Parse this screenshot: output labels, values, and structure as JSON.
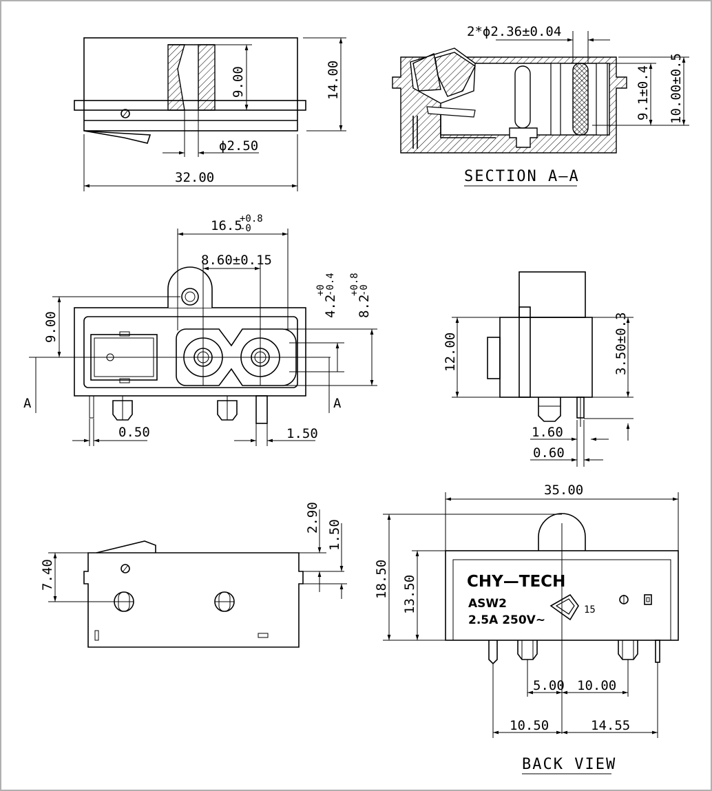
{
  "views": {
    "section_title": "SECTION A—A",
    "back_view_title": "BACK VIEW"
  },
  "section_markers": {
    "left": "A",
    "right": "A"
  },
  "dimensions": {
    "top_width": "32.00",
    "top_height": "14.00",
    "top_inner_height": "9.00",
    "top_pin_dia": "ϕ2.50",
    "section_holes": "2*ϕ2.36±0.04",
    "section_h1": "9.1±0.4",
    "section_h2": "10.00±0.5",
    "front_width_main": "16.5",
    "front_width_sup": "+0.8",
    "front_width_sub": "-0",
    "front_pitch": "8.60±0.15",
    "front_left_h": "9.00",
    "front_right_v1_main": "4.2",
    "front_right_v1_sup": "+0",
    "front_right_v1_sub": "-0.4",
    "front_right_v2_main": "8.2",
    "front_right_v2_sup": "+0.8",
    "front_right_v2_sub": "-0",
    "front_pin_w": "0.50",
    "front_pin_off": "1.50",
    "side_height": "12.00",
    "side_offset": "3.50±0.3",
    "side_pin_1": "1.60",
    "side_pin_2": "0.60",
    "bottom_h": "7.40",
    "bottom_a": "2.90",
    "bottom_b": "1.50",
    "back_width": "35.00",
    "back_h1": "18.50",
    "back_h2": "13.50",
    "back_d1": "5.00",
    "back_d2": "10.00",
    "back_d3": "10.50",
    "back_d4": "14.55"
  },
  "product_label": {
    "brand": "CHY—TECH",
    "model": "ASW2",
    "rating": "2.5A 250V~",
    "cert_number": "15"
  }
}
